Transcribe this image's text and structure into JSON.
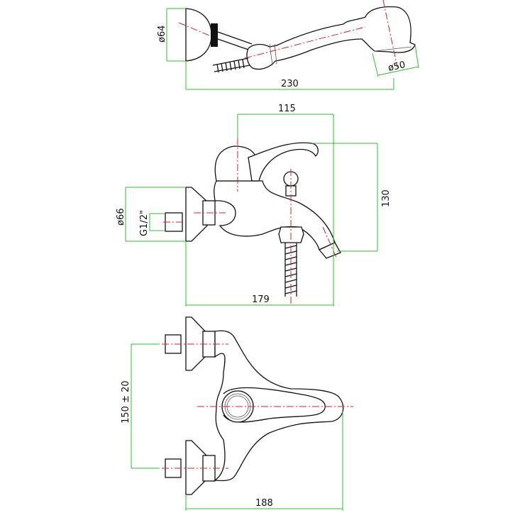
{
  "drawing": {
    "title": "Bath mixer with hand shower – technical drawing",
    "colors": {
      "outline": "#111111",
      "dimension": "#2fbf2f",
      "centerline": "#dd2222"
    },
    "shower_view": {
      "head_diameter": "ø64",
      "spray_diameter": "ø50",
      "overall_length": "230"
    },
    "side_view": {
      "lever_reach": "115",
      "height": "130",
      "flange_diameter": "ø66",
      "thread": "G1/2\"",
      "projection": "179"
    },
    "top_view": {
      "inlet_spacing": "150 ± 20",
      "projection": "188"
    }
  }
}
